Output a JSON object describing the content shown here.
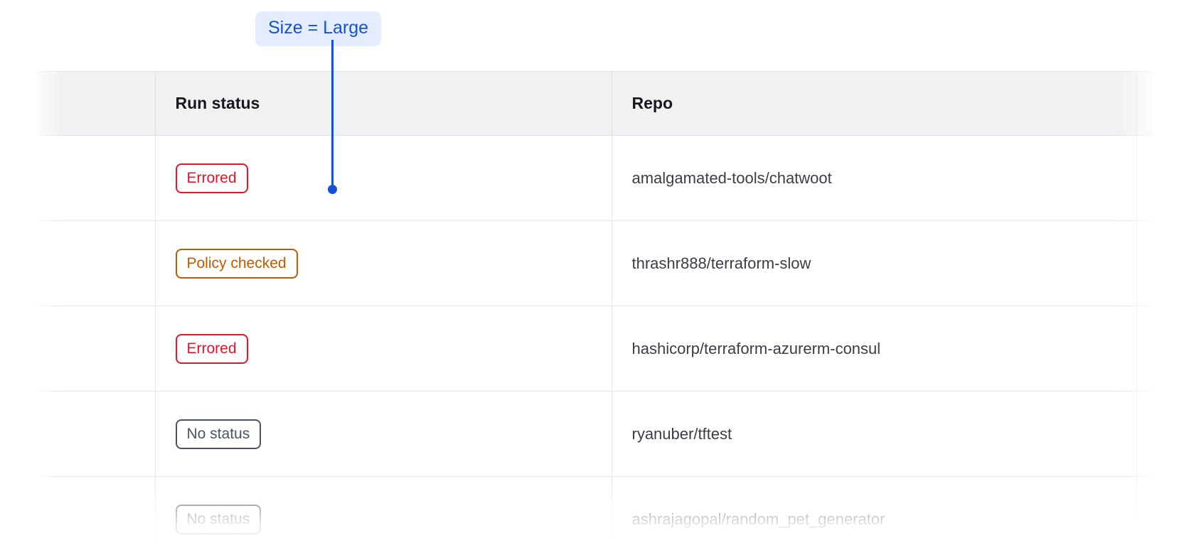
{
  "annotation": {
    "label": "Size = Large",
    "badge_bg": "#e4edfd",
    "accent_color": "#1650d4",
    "connector": "vertical-line-with-dot"
  },
  "table": {
    "columns": [
      {
        "key": "select",
        "label": ""
      },
      {
        "key": "status",
        "label": "Run status"
      },
      {
        "key": "repo",
        "label": "Repo"
      },
      {
        "key": "extra",
        "label": ""
      }
    ],
    "status_colors": {
      "Errored": "#e0162b",
      "Policy checked": "#bb5a00",
      "No status": "#4c5264"
    },
    "rows": [
      {
        "status": "Errored",
        "status_variant": "errored",
        "repo": "amalgamated-tools/chatwoot"
      },
      {
        "status": "Policy checked",
        "status_variant": "policy-checked",
        "repo": "thrashr888/terraform-slow"
      },
      {
        "status": "Errored",
        "status_variant": "errored",
        "repo": "hashicorp/terraform-azurerm-consul"
      },
      {
        "status": "No status",
        "status_variant": "no-status",
        "repo": "ryanuber/tftest"
      },
      {
        "status": "No status",
        "status_variant": "no-status",
        "repo": "ashrajagopal/random_pet_generator"
      }
    ]
  }
}
